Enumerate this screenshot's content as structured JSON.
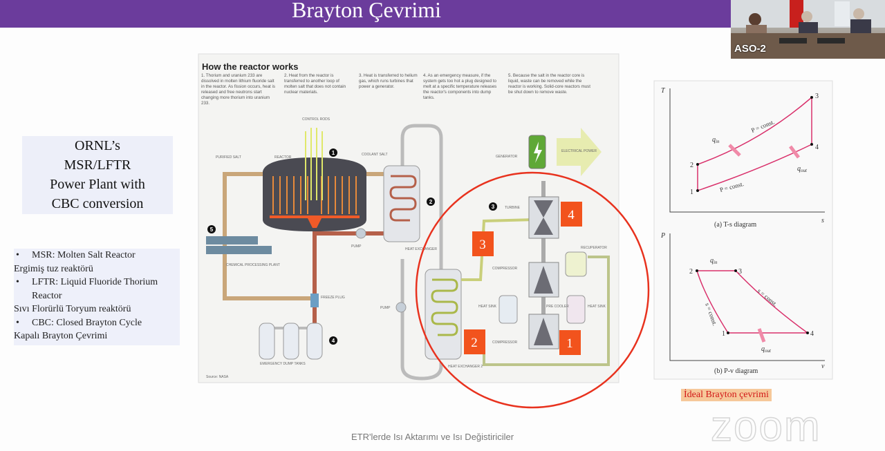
{
  "header": {
    "title": "Brayton Çevrimi"
  },
  "video_thumbnail": {
    "participant_label": "ASO-2"
  },
  "left_panel": {
    "title_lines": [
      "ORNL’s",
      "MSR/LFTR",
      "Power Plant with",
      "CBC conversion"
    ],
    "bullets": [
      {
        "term": "MSR: Molten Salt Reactor",
        "translation": "Ergimiş tuz reaktörü"
      },
      {
        "term": "LFTR: Liquid Fluoride Thorium",
        "term_cont": "Reactor",
        "translation": "Sıvı Florürlü Toryum reaktörü"
      },
      {
        "term": "CBC: Closed Brayton Cycle",
        "translation": "Kapalı Brayton Çevrimi"
      }
    ]
  },
  "reactor_figure": {
    "title": "How the reactor works",
    "steps": [
      "1. Thorium and uranium 233 are dissolved in molten lithium fluoride salt in the reactor. As fission occurs, heat is released and free neutrons start changing more thorium into uranium 233.",
      "2. Heat from the reactor is transferred to another loop of molten salt that does not contain nuclear materials.",
      "3. Heat is transferred to helium gas, which runs turbines that power a generator.",
      "4. As an emergency measure, if the system gets too hot a plug designed to melt at a specific temperature releases the reactor's components into dump tanks.",
      "5. Because the salt in the reactor core is liquid, waste can be removed while the reactor is working. Solid-core reactors must be shut down to remove waste."
    ],
    "labels": {
      "control_rods": "CONTROL RODS",
      "purified_salt": "PURIFIED SALT",
      "reactor": "REACTOR",
      "coolant_salt": "COOLANT SALT",
      "generator": "GENERATOR",
      "electrical_power": "ELECTRICAL POWER",
      "turbine": "TURBINE",
      "recuperator": "RECUPERATOR",
      "compressor_top": "COMPRESSOR",
      "compressor_bottom": "COMPRESSOR",
      "heat_sink_left": "HEAT SINK",
      "heat_sink_right": "HEAT SINK",
      "pre_cooler": "PRE COOLER",
      "pump_top": "PUMP",
      "pump_bottom": "PUMP",
      "heat_exchanger": "HEAT EXCHANGER",
      "heat_exchanger_2": "HEAT EXCHANGER 2",
      "chemical_plant": "CHEMICAL PROCESSING PLANT",
      "freeze_plug": "FREEZE PLUG",
      "dump_tanks": "EMERGENCY DUMP TANKS",
      "source": "Source: NASA"
    },
    "markers": [
      "1",
      "2",
      "3",
      "4",
      "5"
    ],
    "state_points": [
      "1",
      "2",
      "3",
      "4"
    ],
    "highlight_color": "#e8321e",
    "marker_color": "#f2531d"
  },
  "cycle_diagrams": {
    "ts": {
      "y_axis": "T",
      "x_axis": "s",
      "q_in": "q",
      "q_in_sub": "in",
      "q_out": "q",
      "q_out_sub": "out",
      "upper": "P = const.",
      "lower": "P = const.",
      "caption": "(a) T-s diagram",
      "points": [
        "1",
        "2",
        "3",
        "4"
      ]
    },
    "pv": {
      "y_axis": "P",
      "x_axis": "v",
      "q_in": "q",
      "q_in_sub": "in",
      "q_out": "q",
      "q_out_sub": "out",
      "left": "s = const.",
      "right": "s = const.",
      "caption": "(b) P-v diagram",
      "points": [
        "1",
        "2",
        "3",
        "4"
      ]
    },
    "curve_color": "#d9306b"
  },
  "caption": "İdeal Brayton çevrimi",
  "footer": "ETR'lerde Isı Aktarımı ve Isı Değistiriciler",
  "watermark": "zoom"
}
